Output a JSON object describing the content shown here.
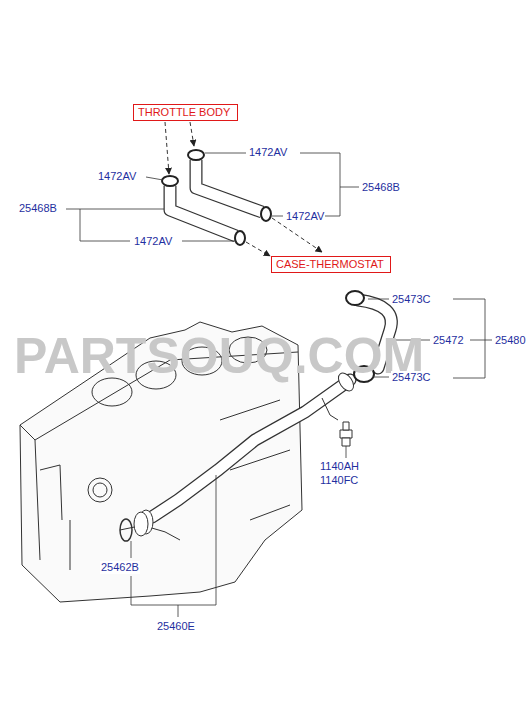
{
  "diagram": {
    "nodes": [
      {
        "text": [
          "THROTTLE BODY"
        ]
      },
      {
        "text": [
          "CASE-THERMOSTAT"
        ]
      }
    ],
    "labels": [
      "1472AV",
      "1472AV",
      "25468B",
      "25468B",
      "1472AV",
      "1472AV",
      "25473C",
      "25472",
      "25480",
      "25473C",
      "1140AH",
      "1140FC",
      "25462B",
      "25460E",
      "PARTSOUQ.COM"
    ]
  }
}
